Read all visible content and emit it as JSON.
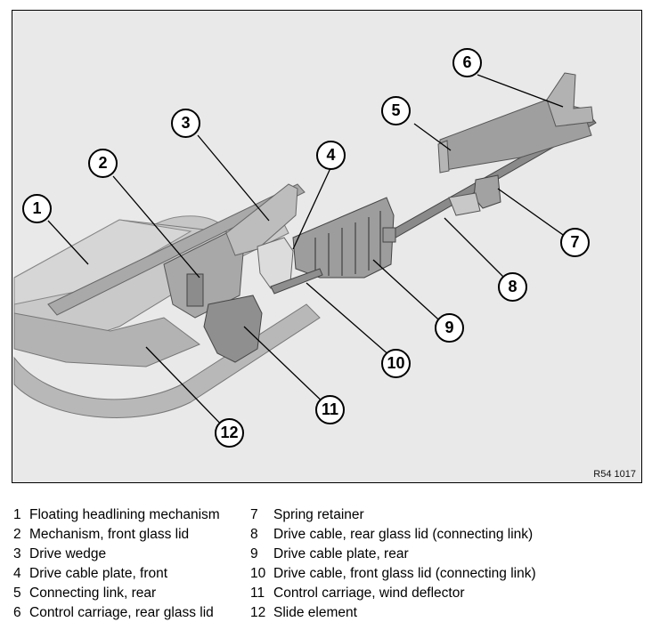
{
  "figure": {
    "id_label": "R54 1017",
    "callouts": [
      "1",
      "2",
      "3",
      "4",
      "5",
      "6",
      "7",
      "8",
      "9",
      "10",
      "11",
      "12"
    ]
  },
  "legend": {
    "left": [
      {
        "num": "1",
        "text": "Floating headlining mechanism"
      },
      {
        "num": "2",
        "text": "Mechanism, front glass lid"
      },
      {
        "num": "3",
        "text": "Drive wedge"
      },
      {
        "num": "4",
        "text": "Drive cable plate, front"
      },
      {
        "num": "5",
        "text": "Connecting link, rear"
      },
      {
        "num": "6",
        "text": "Control carriage, rear glass lid"
      }
    ],
    "right": [
      {
        "num": "7",
        "text": "Spring retainer"
      },
      {
        "num": "8",
        "text": "Drive cable, rear glass lid (connecting link)"
      },
      {
        "num": "9",
        "text": "Drive cable plate, rear"
      },
      {
        "num": "10",
        "text": "Drive cable, front glass lid (connecting link)"
      },
      {
        "num": "11",
        "text": "Control carriage, wind deflector"
      },
      {
        "num": "12",
        "text": "Slide element"
      }
    ]
  }
}
